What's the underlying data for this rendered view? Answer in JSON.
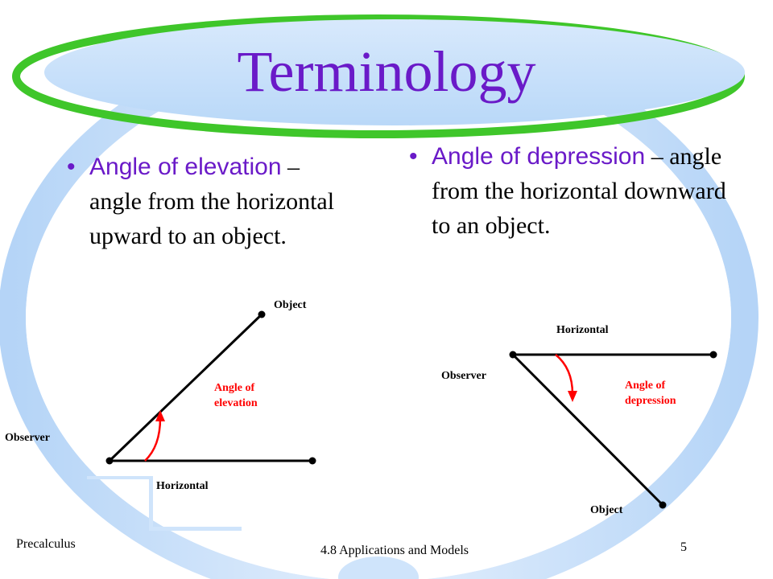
{
  "slide": {
    "title": "Terminology",
    "bullets": [
      {
        "term": "Angle of elevation",
        "definition": "– angle from the horizontal upward to an object."
      },
      {
        "term": "Angle of depression",
        "definition": "– angle from the horizontal downward to an object."
      }
    ]
  },
  "diagram_left": {
    "object_label": "Object",
    "angle_label_line1": "Angle of",
    "angle_label_line2": "elevation",
    "observer_label": "Observer",
    "horizontal_label": "Horizontal"
  },
  "diagram_right": {
    "horizontal_label": "Horizontal",
    "observer_label": "Observer",
    "angle_label_line1": "Angle of",
    "angle_label_line2": "depression",
    "object_label": "Object"
  },
  "footer": {
    "course": "Precalculus",
    "section": "4.8 Applications and Models",
    "page": "5"
  },
  "colors": {
    "title": "#6a1ac8",
    "angle_arc": "#ff0000",
    "ring_light": "#cfe4fb",
    "ring_mid": "#9cc6f4",
    "green_accent": "#3fc62a"
  }
}
